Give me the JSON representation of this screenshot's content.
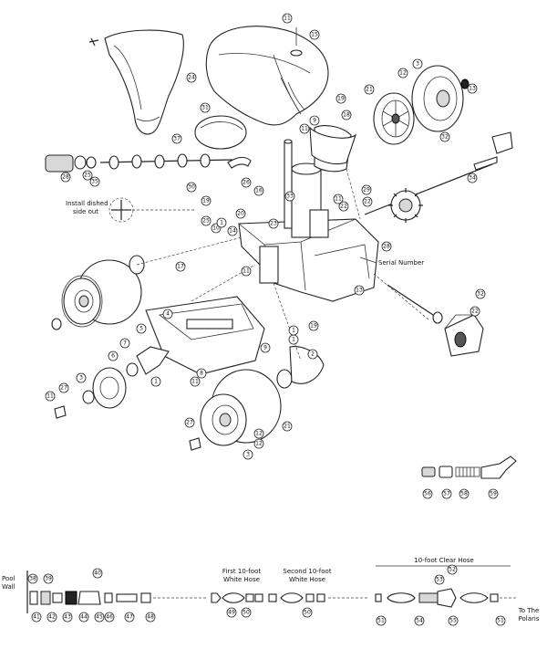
{
  "notes": {
    "install_dished_1": "Install dished",
    "install_dished_2": "side out",
    "serial_number": "Serial Number",
    "pool_wall_1": "Pool",
    "pool_wall_2": "Wall",
    "first_hose_1": "First 10-foot",
    "first_hose_2": "White Hose",
    "second_hose_1": "Second 10-foot",
    "second_hose_2": "White Hose",
    "clear_hose": "10-foot Clear Hose",
    "to_polaris_1": "To The",
    "to_polaris_2": "Polaris"
  },
  "callouts": [
    "11",
    "15",
    "24",
    "12",
    "3",
    "13",
    "21",
    "31",
    "19",
    "18",
    "9",
    "11",
    "32",
    "37",
    "28",
    "25",
    "35",
    "26",
    "16",
    "29",
    "34",
    "30",
    "11",
    "19",
    "22",
    "20",
    "14",
    "11",
    "25",
    "10",
    "1",
    "23",
    "33",
    "22",
    "17",
    "28",
    "13",
    "32",
    "22",
    "4",
    "19",
    "2",
    "1",
    "5",
    "6",
    "7",
    "8",
    "1",
    "11",
    "3",
    "12",
    "27",
    "27",
    "11",
    "3",
    "12",
    "9",
    "1",
    "21",
    "56",
    "57",
    "58",
    "59",
    "38",
    "39",
    "40",
    "41",
    "42",
    "43",
    "44",
    "45",
    "46",
    "47",
    "48",
    "49",
    "50",
    "50",
    "52",
    "53",
    "51",
    "54",
    "55",
    "51"
  ]
}
